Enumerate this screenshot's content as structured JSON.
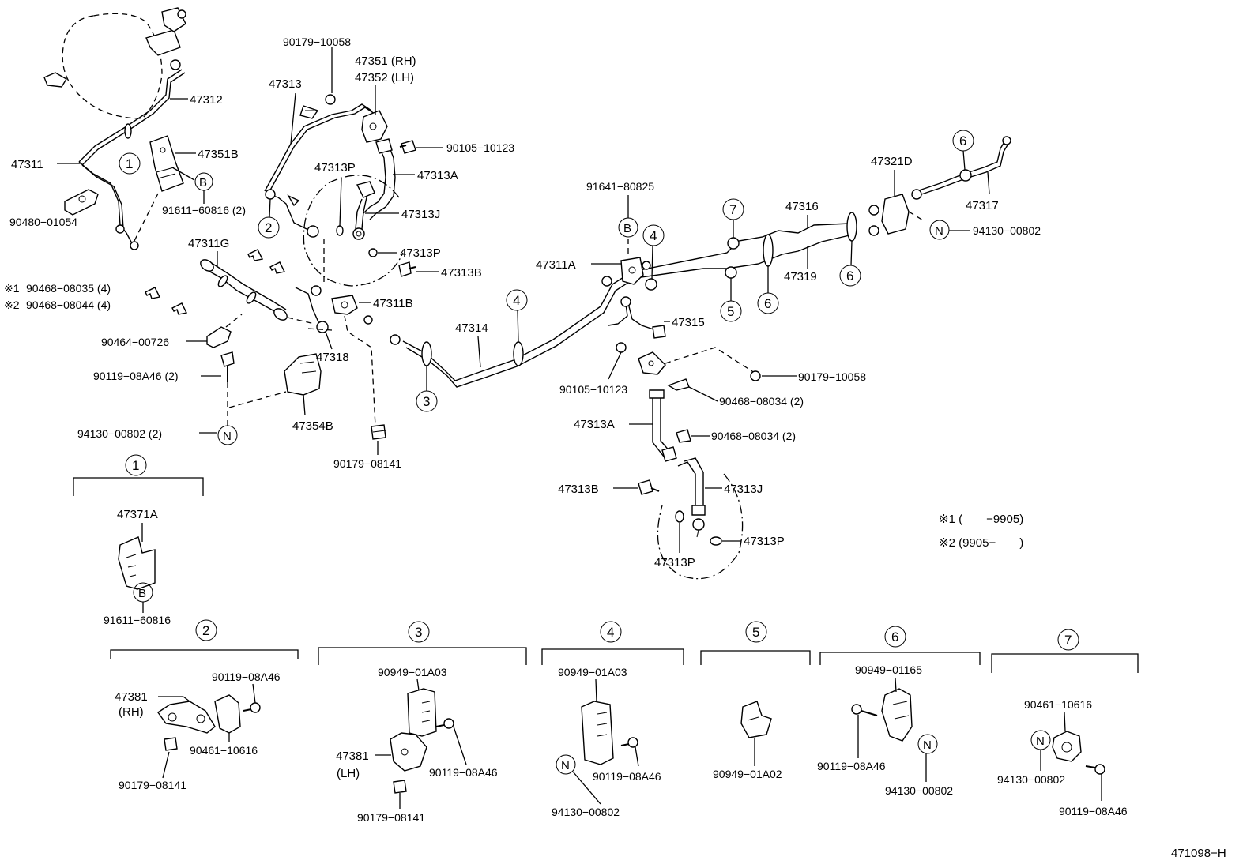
{
  "labels": {
    "p47312": "47312",
    "p47311": "47311",
    "p47351B": "47351B",
    "p91611_60816_2": "91611−60816 (2)",
    "p90480": "90480−01054",
    "p90179_10058_top": "90179−10058",
    "p47351": "47351 (RH)",
    "p47352": "47352 (LH)",
    "p47313": "47313",
    "p90105_top": "90105−10123",
    "p47313P_a": "47313P",
    "p47313A_top": "47313A",
    "p47313J_top": "47313J",
    "p47313P_b": "47313P",
    "p47313B_top": "47313B",
    "p47311G": "47311G",
    "p90468_08035": "90468−08035 (4)",
    "p90468_08044": "90468−08044 (4)",
    "mark1": "※1",
    "mark2": "※2",
    "p47311B": "47311B",
    "p90464": "90464−00726",
    "p47318": "47318",
    "p90119_08A46_2": "90119−08A46 (2)",
    "p47354B": "47354B",
    "p94130_00802_2": "94130−00802 (2)",
    "p90179_08141_mid": "90179−08141",
    "p47314": "47314",
    "p91641": "91641−80825",
    "p47311A": "47311A",
    "p47315": "47315",
    "p90105_mid": "90105−10123",
    "p90179_10058_mid": "90179−10058",
    "p90468_08034_a": "90468−08034 (2)",
    "p90468_08034_b": "90468−08034 (2)",
    "p47313A_mid": "47313A",
    "p47313B_mid": "47313B",
    "p47313J_mid": "47313J",
    "p47313P_c": "47313P",
    "p47313P_d": "47313P",
    "p47316": "47316",
    "p47319": "47319",
    "p47321D": "47321D",
    "p47317": "47317",
    "p94130_right": "94130−00802",
    "note1": "※1 (　　−9905)",
    "note2": "※2 (9905−　　)",
    "d1_47371A": "47371A",
    "d1_91611": "91611−60816",
    "d2_47381": "47381",
    "d2_rh": "(RH)",
    "d2_90119": "90119−08A46",
    "d2_90461": "90461−10616",
    "d2_90179": "90179−08141",
    "d3_90949": "90949−01A03",
    "d3_47381": "47381",
    "d3_lh": "(LH)",
    "d3_90119": "90119−08A46",
    "d3_90179": "90179−08141",
    "d4_90949": "90949−01A03",
    "d4_90119": "90119−08A46",
    "d4_94130": "94130−00802",
    "d5_90949": "90949−01A02",
    "d6_90949": "90949−01165",
    "d6_90119": "90119−08A46",
    "d6_94130": "94130−00802",
    "d7_90461": "90461−10616",
    "d7_94130": "94130−00802",
    "d7_90119": "90119−08A46",
    "ref": "471098−H"
  },
  "callouts": {
    "one": "1",
    "two": "2",
    "three": "3",
    "four": "4",
    "five": "5",
    "six": "6",
    "seven": "7",
    "B": "B",
    "N": "N"
  }
}
